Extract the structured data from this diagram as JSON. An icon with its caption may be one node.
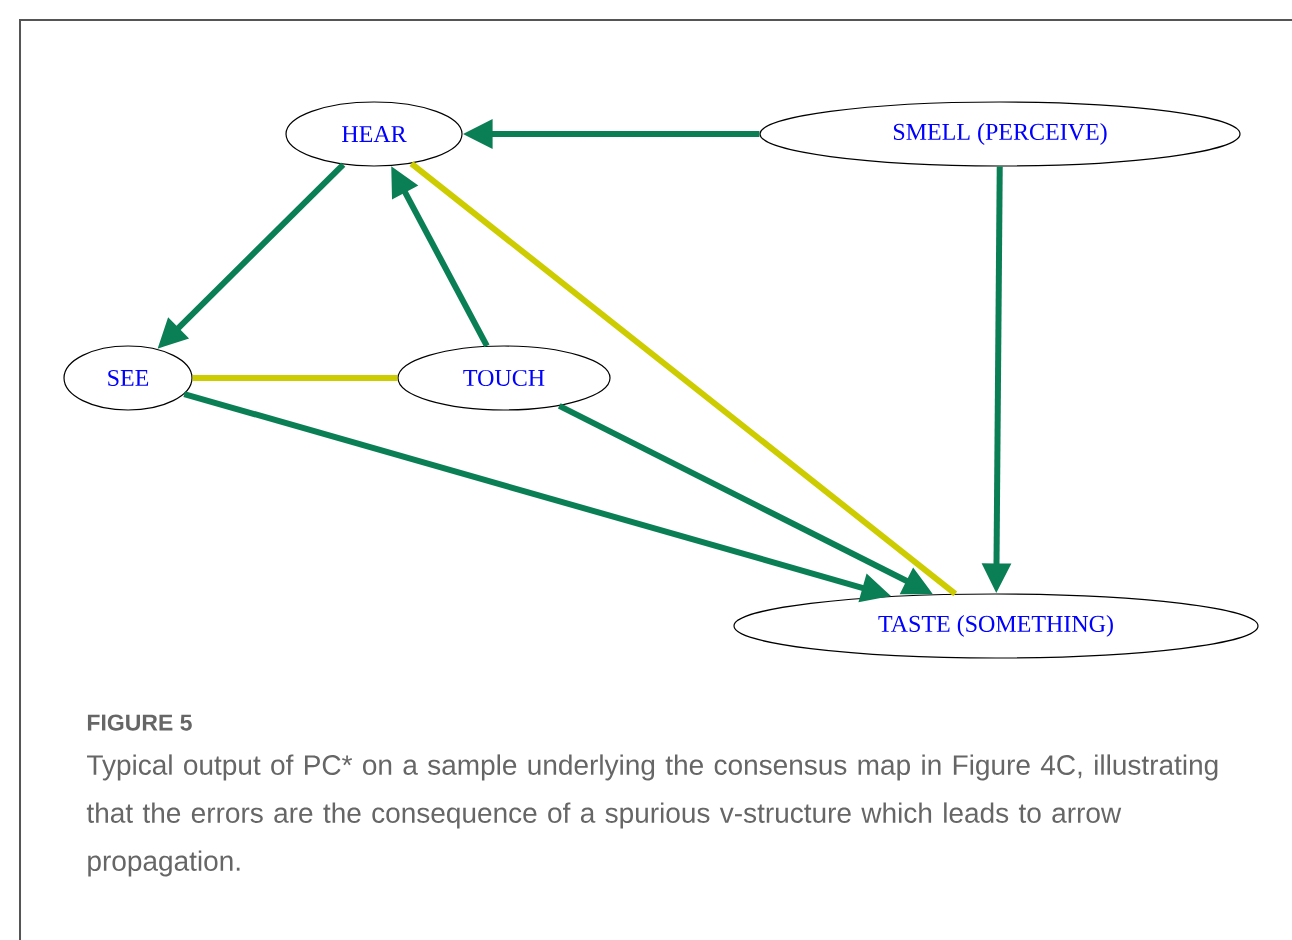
{
  "diagram": {
    "title": "FIGURE 5",
    "caption": "Typical output of PC* on a sample underlying the consensus map in Figure 4C, illustrating that the errors are the consequence of a spurious v-structure which leads to arrow propagation.",
    "nodes": [
      {
        "text": [
          "HEAR"
        ]
      },
      {
        "text": [
          "SMELL (PERCEIVE)"
        ]
      },
      {
        "text": [
          "SEE"
        ]
      },
      {
        "text": [
          "TOUCH"
        ]
      },
      {
        "text": [
          "TASTE (SOMETHING)"
        ]
      }
    ],
    "edges": [
      {
        "from": 1,
        "to": 0,
        "arrow": "to"
      },
      {
        "from": 0,
        "to": 2,
        "arrow": "to"
      },
      {
        "from": 3,
        "to": 0,
        "arrow": "to"
      },
      {
        "from": 0,
        "to": 4,
        "arrow": "none",
        "color": "#cccc00"
      },
      {
        "from": 2,
        "to": 3,
        "arrow": "none",
        "color": "#cccc00"
      },
      {
        "from": 2,
        "to": 4,
        "arrow": "to"
      },
      {
        "from": 3,
        "to": 4,
        "arrow": "to"
      },
      {
        "from": 1,
        "to": 4,
        "arrow": "to"
      }
    ]
  }
}
